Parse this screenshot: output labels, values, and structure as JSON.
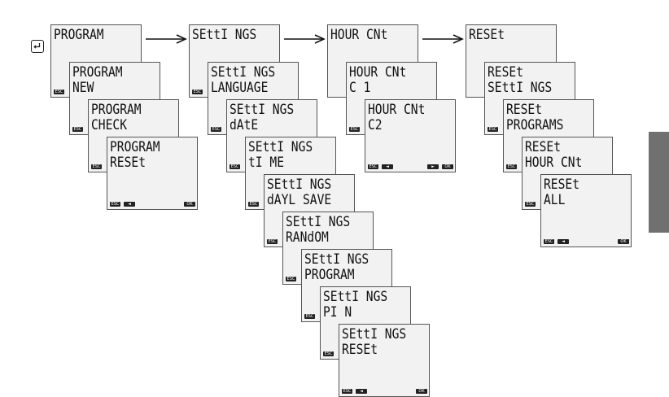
{
  "enter_icon": "enter-return-icon",
  "arrow_icon": "right-arrow-icon",
  "tab_color": "#707070",
  "columns": [
    {
      "id": "program",
      "screens": [
        {
          "line1": "PROGRAM",
          "line2": "",
          "keys": [
            "ESC"
          ]
        },
        {
          "line1": "PROGRAM",
          "line2": "NEW",
          "keys": [
            "ESC"
          ]
        },
        {
          "line1": "PROGRAM",
          "line2": "CHECK",
          "keys": [
            "ESC"
          ]
        },
        {
          "line1": "PROGRAM",
          "line2": "RESEt",
          "keys": [
            "ESC",
            "◄",
            "OK"
          ]
        }
      ]
    },
    {
      "id": "settings",
      "screens": [
        {
          "line1": "SEttI NGS",
          "line2": "",
          "keys": [
            "ESC"
          ]
        },
        {
          "line1": "SEttI NGS",
          "line2": "LANGUAGE",
          "keys": [
            "ESC"
          ]
        },
        {
          "line1": "SEttI NGS",
          "line2": "dAtE",
          "keys": [
            "ESC"
          ]
        },
        {
          "line1": "SEttI NGS",
          "line2": "tI ME",
          "keys": [
            "ESC"
          ]
        },
        {
          "line1": "SEttI NGS",
          "line2": "dAYL SAVE",
          "keys": [
            "ESC"
          ]
        },
        {
          "line1": "SEttI NGS",
          "line2": "RANdOM",
          "keys": [
            "ESC"
          ]
        },
        {
          "line1": "SEttI NGS",
          "line2": "PROGRAM",
          "keys": [
            "ESC"
          ]
        },
        {
          "line1": "SEttI NGS",
          "line2": "PI N",
          "keys": [
            "ESC"
          ]
        },
        {
          "line1": "SEttI NGS",
          "line2": "RESEt",
          "keys": [
            "ESC",
            "◄",
            "OK"
          ]
        }
      ]
    },
    {
      "id": "hourcnt",
      "screens": [
        {
          "line1": "HOUR CNt",
          "line2": "",
          "keys": []
        },
        {
          "line1": "HOUR CNt",
          "line2": "C 1",
          "keys": [
            "ESC"
          ]
        },
        {
          "line1": "HOUR CNt",
          "line2": "C2",
          "keys": [
            "ESC",
            "◄",
            "►",
            "OK"
          ]
        }
      ]
    },
    {
      "id": "reset",
      "screens": [
        {
          "line1": "RESEt",
          "line2": "",
          "keys": []
        },
        {
          "line1": "RESEt",
          "line2": "SEttI NGS",
          "keys": [
            "ESC"
          ]
        },
        {
          "line1": "RESEt",
          "line2": "PROGRAMS",
          "keys": [
            "ESC"
          ]
        },
        {
          "line1": "RESEt",
          "line2": "HOUR CNt",
          "keys": [
            "ESC"
          ]
        },
        {
          "line1": "RESEt",
          "line2": "ALL",
          "keys": [
            "ESC",
            "◄",
            "OK"
          ]
        }
      ]
    }
  ]
}
